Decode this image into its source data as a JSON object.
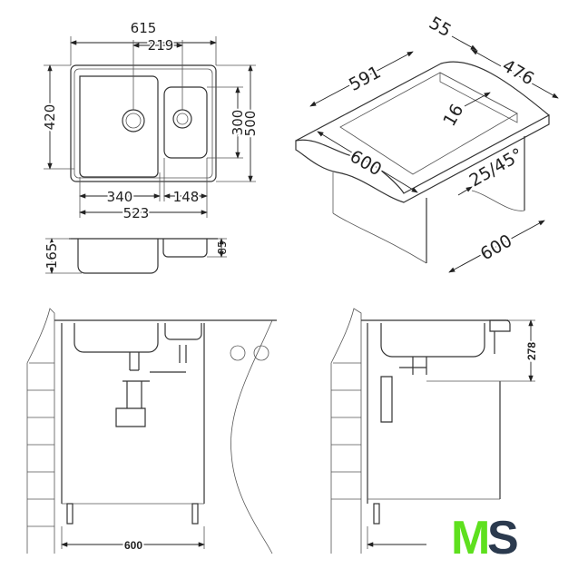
{
  "plan_view": {
    "overall_width": "615",
    "drain_spacing": "219",
    "overall_depth_left": "420",
    "small_bowl_depth": "300",
    "overall_depth_right": "500",
    "large_bowl_width": "340",
    "small_bowl_width": "148",
    "bowls_total_width": "523"
  },
  "section_view": {
    "large_bowl_height": "165",
    "small_bowl_height": "85"
  },
  "isometric_view": {
    "rim": "55",
    "cutout_width": "591",
    "cutout_depth": "476",
    "inset": "16",
    "cabinet_width": "600",
    "edge_radius": "25/45°",
    "cabinet_depth": "600"
  },
  "front_installation": {
    "cabinet_width": "600"
  },
  "side_installation": {
    "height": "278"
  },
  "logo": {
    "text_m": "M",
    "text_s": "S",
    "color_m": "#5ee01e",
    "color_s": "#2b3a4e"
  }
}
